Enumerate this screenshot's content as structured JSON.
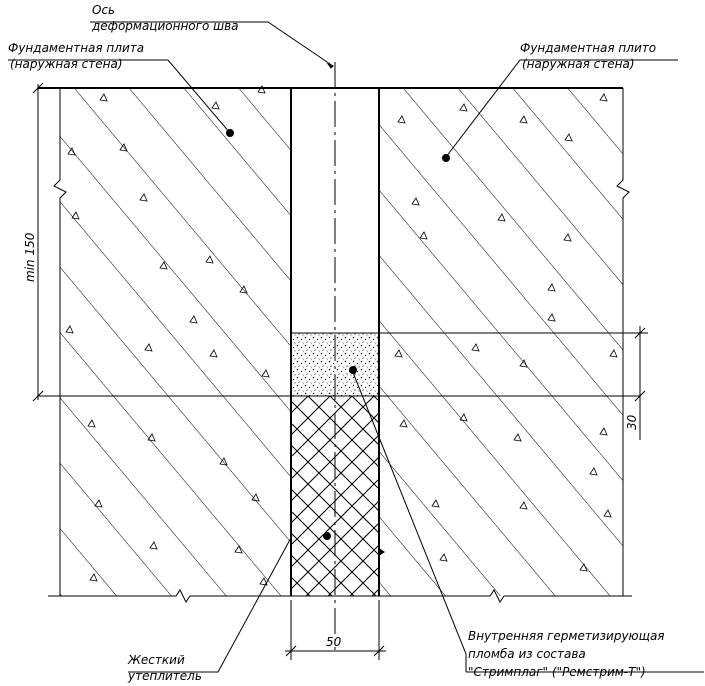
{
  "colors": {
    "ink": "#000000",
    "paper": "#ffffff"
  },
  "labels": {
    "axis_line1": "Ось",
    "axis_line2": "деформационного шва",
    "left_plate_line1": "Фундаментная плита",
    "left_plate_line2": "(наружная стена)",
    "right_plate_line1": "Фундаментная плито",
    "right_plate_line2": "(наружная стена)",
    "insulation_line1": "Жесткий",
    "insulation_line2": "утеплитель",
    "seal_line1": "Внутренняя герметизирующая",
    "seal_line2": "пломба из состава",
    "seal_line3": "\"Стримплаг\" (\"Ремстрим-Т\")"
  },
  "dimensions": {
    "vertical_left": "min 150",
    "vertical_right": "30",
    "horizontal_bottom": "50"
  }
}
